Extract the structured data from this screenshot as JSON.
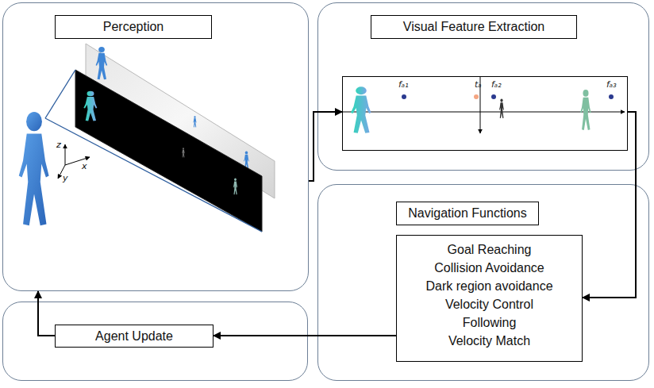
{
  "diagram": {
    "nodes": [
      {
        "text": [
          "Perception"
        ]
      },
      {
        "text": [
          "Visual Feature Extraction"
        ]
      },
      {
        "text": [
          "fₐ₁",
          "tₐ",
          "fₐ₂",
          "fₐ₃"
        ],
        "in": 1
      },
      {
        "text": [
          "Navigation Functions"
        ]
      },
      {
        "text": [
          "Goal Reaching",
          "Collision Avoidance",
          "Dark region avoidance",
          "Velocity Control",
          "Following",
          "Velocity Match"
        ],
        "in": 3
      },
      {
        "text": [
          "Agent Update"
        ]
      }
    ],
    "edges": [
      {
        "from": 0,
        "to": 2,
        "arrow": "to"
      },
      {
        "from": 2,
        "to": 4,
        "arrow": "to"
      },
      {
        "from": 4,
        "to": 5,
        "arrow": "to"
      },
      {
        "from": 5,
        "to": 0,
        "arrow": "to"
      }
    ],
    "labels": [
      "z",
      "x",
      "y"
    ]
  }
}
